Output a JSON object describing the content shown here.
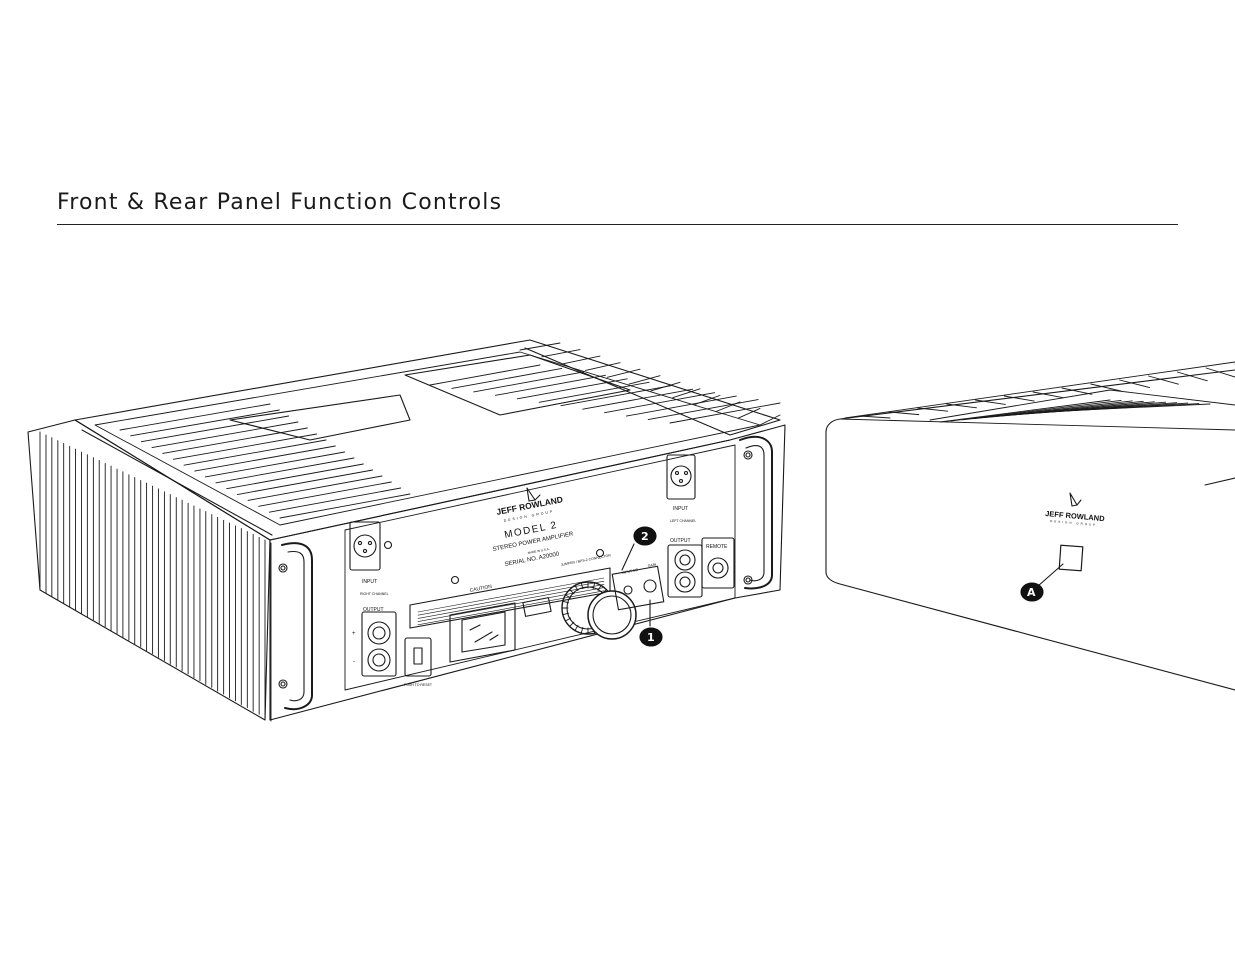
{
  "header": {
    "title": "Front & Rear Panel Function Controls"
  },
  "rear_panel": {
    "brand": "JEFF ROWLAND",
    "brand_sub": "DESIGN GROUP",
    "model": "MODEL 2",
    "product": "STEREO POWER AMPLIFIER",
    "made_in": "MADE IN U.S.A.",
    "serial": "SERIAL NO. A20000",
    "caution_title": "CAUTION",
    "input_right": "INPUT",
    "right_channel": "RIGHT CHANNEL",
    "output_right": "OUTPUT",
    "input_left": "INPUT",
    "left_channel": "LEFT CHANNEL",
    "output_left": "OUTPUT",
    "remote": "REMOTE",
    "jumper": "JUMPER / BPS-2 CONNECTOR",
    "input_mode": "INPUT MD",
    "gain": "GAIN",
    "push_to_reset": "PUSH TO RESET",
    "plus": "+",
    "minus": "-"
  },
  "front_panel": {
    "brand": "JEFF ROWLAND",
    "brand_sub": "DESIGN GROUP"
  },
  "callouts": {
    "c1": "1",
    "c2": "2",
    "cA": "A"
  }
}
